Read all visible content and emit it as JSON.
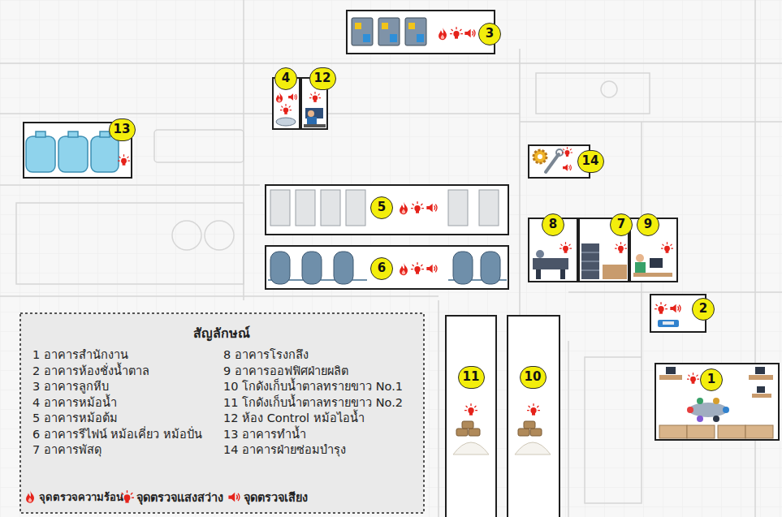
{
  "diagram": {
    "nodes": [
      {
        "text": [
          "3"
        ]
      },
      {
        "text": [
          "4"
        ]
      },
      {
        "text": [
          "12"
        ]
      },
      {
        "text": [
          "13"
        ]
      },
      {
        "text": [
          "14"
        ]
      },
      {
        "text": [
          "5"
        ]
      },
      {
        "text": [
          "8"
        ]
      },
      {
        "text": [
          "7"
        ]
      },
      {
        "text": [
          "9"
        ]
      },
      {
        "text": [
          "6"
        ]
      },
      {
        "text": [
          "2"
        ]
      },
      {
        "text": [
          "11"
        ]
      },
      {
        "text": [
          "10"
        ]
      },
      {
        "text": [
          "1"
        ]
      }
    ],
    "labels": [
      "สัญลักษณ์"
    ],
    "legend": [
      {
        "text": "1 อาคารสำนักงาน"
      },
      {
        "text": "2 อาคารห้องชั่งน้ำตาล"
      },
      {
        "text": "3 อาคารลูกหีบ"
      },
      {
        "text": "4 อาคารหม้อน้ำ"
      },
      {
        "text": "5 อาคารหม้อต้ม"
      },
      {
        "text": "6 อาคารรีไฟน์ หม้อเคี่ยว หม้อปั่น"
      },
      {
        "text": "7 อาคารพัสดุ"
      },
      {
        "text": "8 อาคารโรงกลึง"
      },
      {
        "text": "9 อาคารออฟฟิศฝ่ายผลิต"
      },
      {
        "text": "10 โกดังเก็บน้ำตาลทรายขาว No.1"
      },
      {
        "text": "11 โกดังเก็บน้ำตาลทรายขาว No.2"
      },
      {
        "text": "12 ห้อง Control หม้อไอน้ำ"
      },
      {
        "text": "13 อาคารทำน้ำ"
      },
      {
        "text": "14 อาคารฝ่ายซ่อมบำรุง"
      },
      {
        "text": "จุดตรวจความร้อน"
      },
      {
        "text": "จุดตรวจแสงสว่าง"
      },
      {
        "text": "จุดตรวจเสียง"
      }
    ]
  }
}
